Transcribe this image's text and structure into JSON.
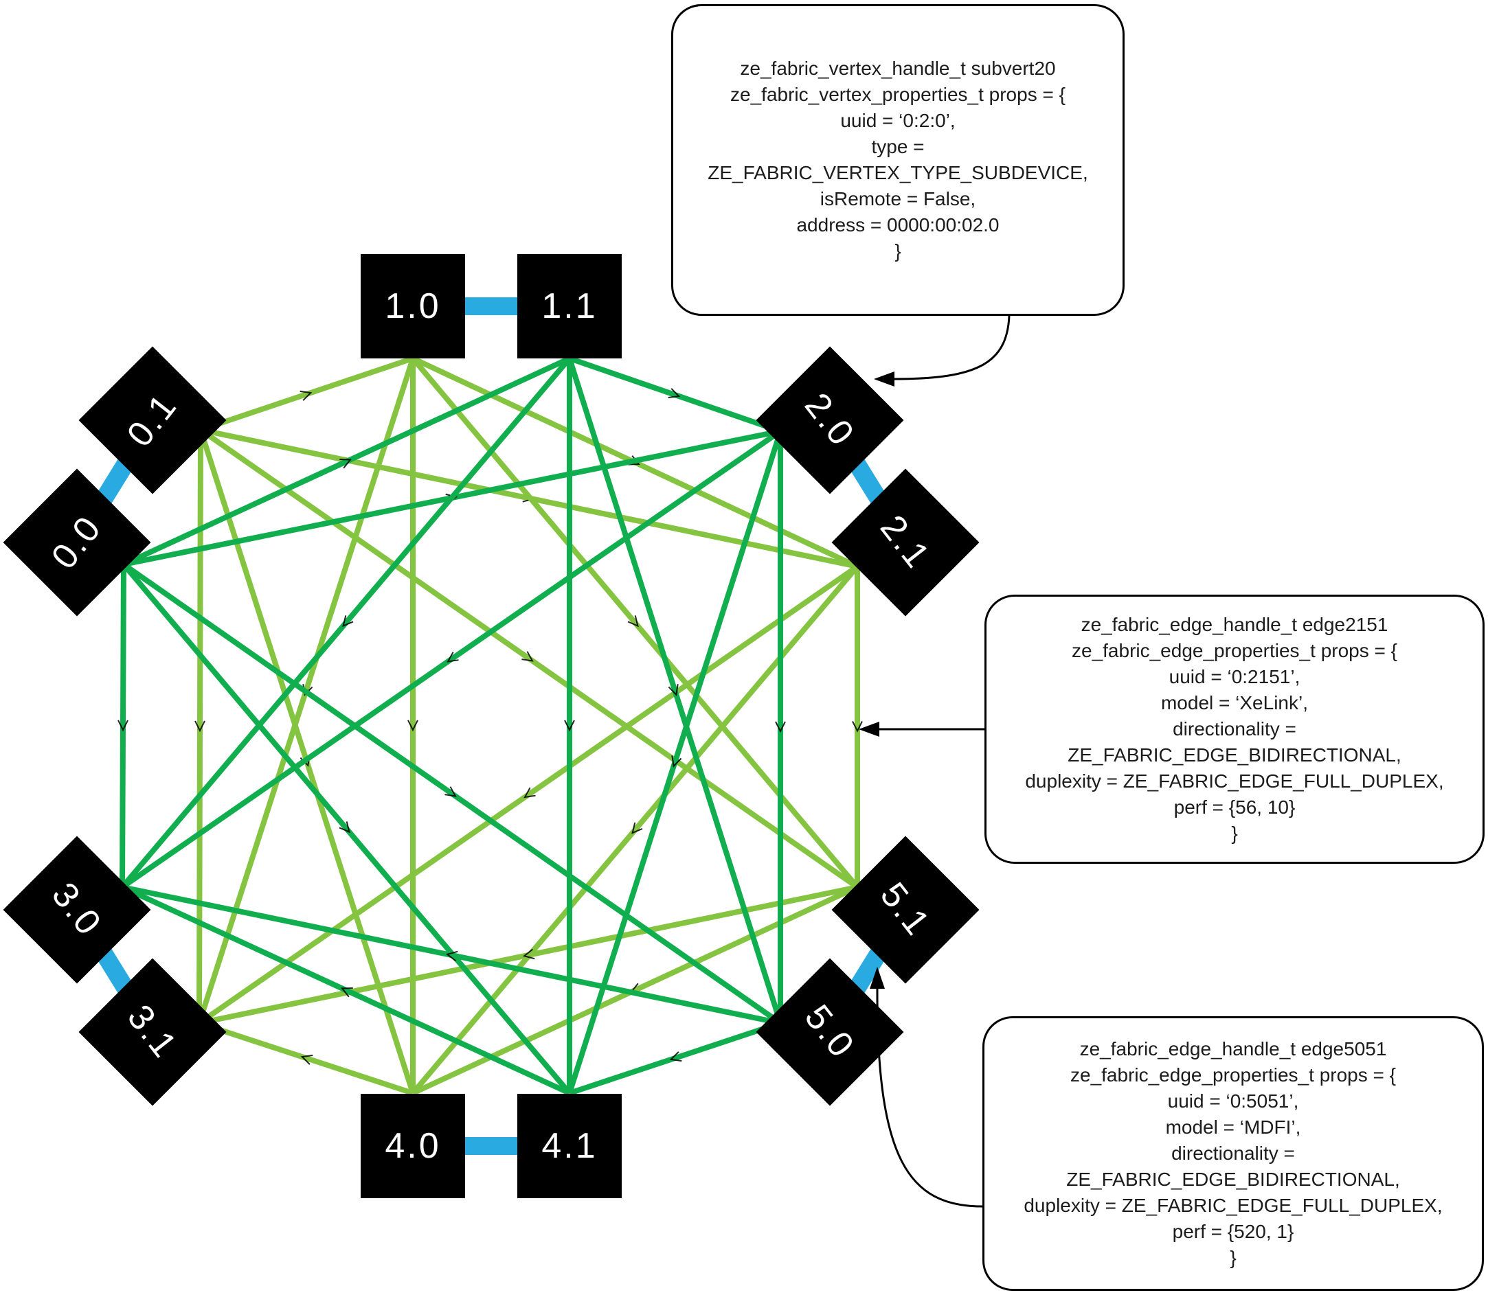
{
  "diagram_title": "fabric-topology",
  "colors": {
    "xelink_light": "#85C441",
    "xelink_dark": "#10AE4F",
    "mdfi_blue": "#29ABE2",
    "node_bg": "#000000",
    "node_text": "#FFFFFF",
    "callout_border": "#000000",
    "arrow": "#000000"
  },
  "nodes": [
    {
      "id": "1.0",
      "label": "1.0",
      "plane": "light"
    },
    {
      "id": "1.1",
      "label": "1.1",
      "plane": "dark"
    },
    {
      "id": "2.0",
      "label": "2.0",
      "plane": "dark"
    },
    {
      "id": "2.1",
      "label": "2.1",
      "plane": "light"
    },
    {
      "id": "5.1",
      "label": "5.1",
      "plane": "light"
    },
    {
      "id": "5.0",
      "label": "5.0",
      "plane": "dark"
    },
    {
      "id": "4.1",
      "label": "4.1",
      "plane": "dark"
    },
    {
      "id": "4.0",
      "label": "4.0",
      "plane": "light"
    },
    {
      "id": "3.1",
      "label": "3.1",
      "plane": "light"
    },
    {
      "id": "3.0",
      "label": "3.0",
      "plane": "dark"
    },
    {
      "id": "0.0",
      "label": "0.0",
      "plane": "dark"
    },
    {
      "id": "0.1",
      "label": "0.1",
      "plane": "light"
    }
  ],
  "edges": {
    "xelink": [
      [
        "0.1",
        "1.0"
      ],
      [
        "0.1",
        "2.1"
      ],
      [
        "0.1",
        "5.1"
      ],
      [
        "0.1",
        "4.0"
      ],
      [
        "0.1",
        "3.1"
      ],
      [
        "1.0",
        "2.1"
      ],
      [
        "1.0",
        "5.1"
      ],
      [
        "1.0",
        "4.0"
      ],
      [
        "1.0",
        "3.1"
      ],
      [
        "2.1",
        "5.1"
      ],
      [
        "2.1",
        "4.0"
      ],
      [
        "2.1",
        "3.1"
      ],
      [
        "5.1",
        "4.0"
      ],
      [
        "5.1",
        "3.1"
      ],
      [
        "4.0",
        "3.1"
      ],
      [
        "0.0",
        "1.1"
      ],
      [
        "0.0",
        "2.0"
      ],
      [
        "0.0",
        "5.0"
      ],
      [
        "0.0",
        "4.1"
      ],
      [
        "0.0",
        "3.0"
      ],
      [
        "1.1",
        "2.0"
      ],
      [
        "1.1",
        "5.0"
      ],
      [
        "1.1",
        "4.1"
      ],
      [
        "1.1",
        "3.0"
      ],
      [
        "2.0",
        "5.0"
      ],
      [
        "2.0",
        "4.1"
      ],
      [
        "2.0",
        "3.0"
      ],
      [
        "5.0",
        "4.1"
      ],
      [
        "5.0",
        "3.0"
      ],
      [
        "4.1",
        "3.0"
      ]
    ],
    "mdfi": [
      [
        "0.0",
        "0.1"
      ],
      [
        "1.0",
        "1.1"
      ],
      [
        "2.0",
        "2.1"
      ],
      [
        "3.0",
        "3.1"
      ],
      [
        "4.0",
        "4.1"
      ],
      [
        "5.0",
        "5.1"
      ]
    ]
  },
  "callouts": {
    "vertex": {
      "lines": [
        "ze_fabric_vertex_handle_t subvert20",
        "ze_fabric_vertex_properties_t props = {",
        "uuid = ‘0:2:0’,",
        "type =",
        "ZE_FABRIC_VERTEX_TYPE_SUBDEVICE,",
        "isRemote = False,",
        "address = 0000:00:02.0",
        "}"
      ]
    },
    "edge_xelink": {
      "lines": [
        "ze_fabric_edge_handle_t edge2151",
        "ze_fabric_edge_properties_t props = {",
        "uuid = ‘0:2151’,",
        "model = ‘XeLink’,",
        "directionality =",
        "ZE_FABRIC_EDGE_BIDIRECTIONAL,",
        "duplexity = ZE_FABRIC_EDGE_FULL_DUPLEX,",
        "perf = {56, 10}",
        "}"
      ]
    },
    "edge_mdfi": {
      "lines": [
        "ze_fabric_edge_handle_t edge5051",
        "ze_fabric_edge_properties_t props = {",
        "uuid = ‘0:5051’,",
        "model = ‘MDFI’,",
        "directionality =",
        "ZE_FABRIC_EDGE_BIDIRECTIONAL,",
        "duplexity = ZE_FABRIC_EDGE_FULL_DUPLEX,",
        "perf = {520, 1}",
        "}"
      ]
    }
  }
}
